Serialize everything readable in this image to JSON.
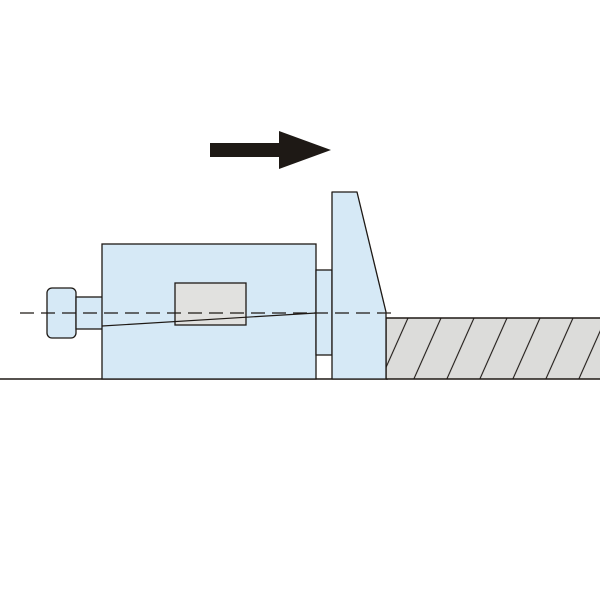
{
  "diagram": {
    "direction": "right",
    "colors": {
      "ink": "#1e1915",
      "clamp_fill": "#d6e9f6",
      "insert_fill": "#e1e1df",
      "workpiece_fill": "#dcdcda",
      "background": "#ffffff"
    },
    "components": [
      {
        "name": "direction-arrow",
        "icon": "arrow-right-icon"
      },
      {
        "name": "adjusting-screw"
      },
      {
        "name": "clamp-body"
      },
      {
        "name": "wedge-insert"
      },
      {
        "name": "jaw-plate"
      },
      {
        "name": "workpiece"
      },
      {
        "name": "center-line"
      },
      {
        "name": "base-line"
      }
    ]
  }
}
